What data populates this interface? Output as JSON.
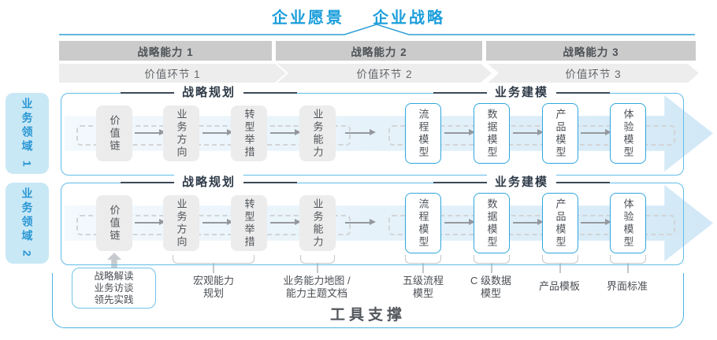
{
  "header": {
    "vision": "企业愿景",
    "strategy": "企业战略"
  },
  "capabilities": [
    "战略能力 1",
    "战略能力 2",
    "战略能力 3"
  ],
  "value_links": [
    "价值环节 1",
    "价值环节 2",
    "价值环节 3"
  ],
  "domains": [
    "业务领域 1",
    "业务领域 2"
  ],
  "rows": {
    "planning_header": "战略规划",
    "modeling_header": "业务建模",
    "planning_boxes": [
      "价值链",
      "业务方向",
      "转型举措",
      "业务能力"
    ],
    "modeling_boxes": [
      "流程模型",
      "数据模型",
      "产品模型",
      "体验模型"
    ]
  },
  "annotations": {
    "practice": "战略解读\n业务访谈\n领先实践",
    "macro": "宏观能力\n规划",
    "capability_map": "业务能力地图 /\n能力主题文档",
    "process_model": "五级流程\n模型",
    "data_model": "C 级数据\n模型",
    "product_template": "产品模板",
    "ui_standard": "界面标准"
  },
  "footer": {
    "tool_support": "工具支撑"
  },
  "colors": {
    "accent_blue": "#1b9edb",
    "row_border_blue": "#5fbde7",
    "tab_bg": "#c9e8f6",
    "bar_gray": "#cbcbcb",
    "chevron_gray": "#ededed",
    "box_gray": "#ececec",
    "arrow_fill_blue": "#d2e8f6",
    "header_navy": "#2e3a48",
    "dark_text": "#4e5256"
  }
}
